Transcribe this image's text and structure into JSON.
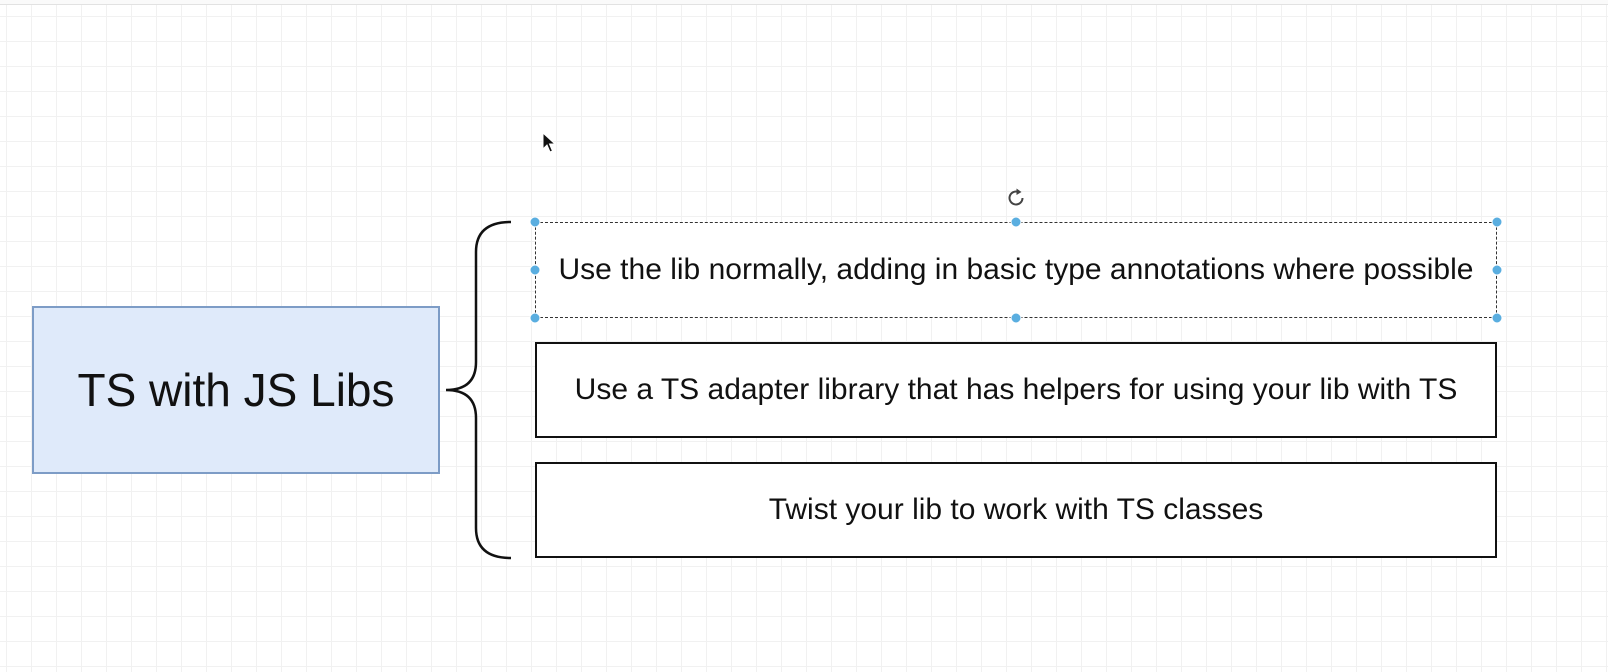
{
  "diagram": {
    "main_node": {
      "label": "TS with JS Libs"
    },
    "options": [
      {
        "label": "Use the lib normally, adding in basic type annotations where possible",
        "selected": true
      },
      {
        "label": "Use a TS adapter library that has helpers for using your lib with TS",
        "selected": false
      },
      {
        "label": "Twist your lib to work with TS classes",
        "selected": false
      }
    ]
  },
  "colors": {
    "main_fill": "#dfeafa",
    "main_border": "#7d9cc6",
    "selection_handle": "#5aaee0"
  },
  "icons": {
    "cursor": "mouse-pointer-icon",
    "rotate": "rotate-icon"
  }
}
